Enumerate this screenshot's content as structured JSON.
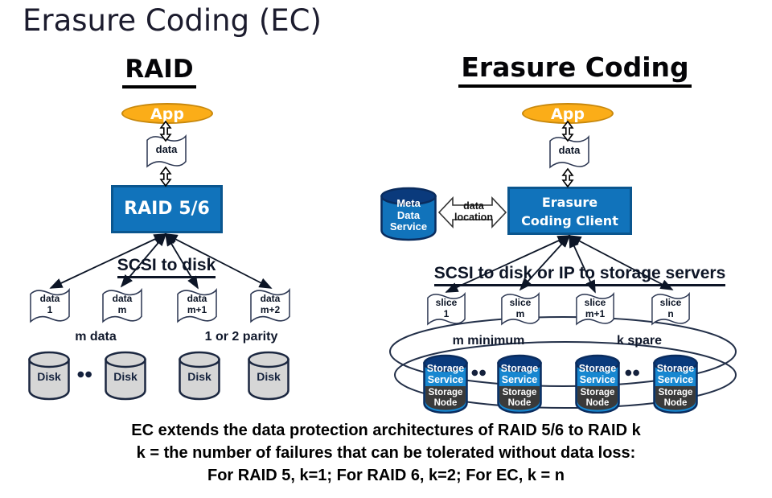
{
  "title": "Erasure Coding (EC)",
  "left": {
    "heading": "RAID",
    "app": "App",
    "data_doc": "data",
    "controller": "RAID 5/6",
    "bus": "SCSI to disk",
    "slices": [
      {
        "l1": "data",
        "l2": "1"
      },
      {
        "l1": "data",
        "l2": "m"
      },
      {
        "l1": "data",
        "l2": "m+1"
      },
      {
        "l1": "data",
        "l2": "m+2"
      }
    ],
    "group_data": "m data",
    "group_parity": "1 or 2 parity",
    "disks": [
      "Disk",
      "Disk",
      "Disk",
      "Disk"
    ],
    "ellipsis": "●●"
  },
  "right": {
    "heading": "Erasure Coding",
    "app": "App",
    "data_doc": "data",
    "meta": {
      "l1": "Meta",
      "l2": "Data",
      "l3": "Service"
    },
    "location": {
      "l1": "data",
      "l2": "location"
    },
    "client": {
      "l1": "Erasure",
      "l2": "Coding Client"
    },
    "bus": "SCSI to disk or IP to storage servers",
    "slices": [
      {
        "l1": "slice",
        "l2": "1"
      },
      {
        "l1": "slice",
        "l2": "m"
      },
      {
        "l1": "slice",
        "l2": "m+1"
      },
      {
        "l1": "slice",
        "l2": "n"
      }
    ],
    "group_min": "m minimum",
    "group_spare": "k spare",
    "nodes": [
      {
        "s1": "Storage",
        "s2": "Service",
        "n1": "Storage",
        "n2": "Node"
      },
      {
        "s1": "Storage",
        "s2": "Service",
        "n1": "Storage",
        "n2": "Node"
      },
      {
        "s1": "Storage",
        "s2": "Service",
        "n1": "Storage",
        "n2": "Node"
      },
      {
        "s1": "Storage",
        "s2": "Service",
        "n1": "Storage",
        "n2": "Node"
      }
    ],
    "ellipsis": "●●"
  },
  "footer": {
    "line1": "EC extends the data protection architectures of RAID 5/6 to RAID k",
    "line2": "k = the number of failures that can be tolerated without data loss:",
    "line3": "For RAID 5, k=1; For RAID 6, k=2; For EC, k = n"
  },
  "colors": {
    "accent_blue": "#1173BB",
    "service_blue": "#1787D0",
    "navy_top": "#0A3A7C",
    "node_gray": "#3A3A3A",
    "disk_gray": "#D6D6D6",
    "app_orange": "#FBAD18",
    "ink": "#0C1526"
  }
}
